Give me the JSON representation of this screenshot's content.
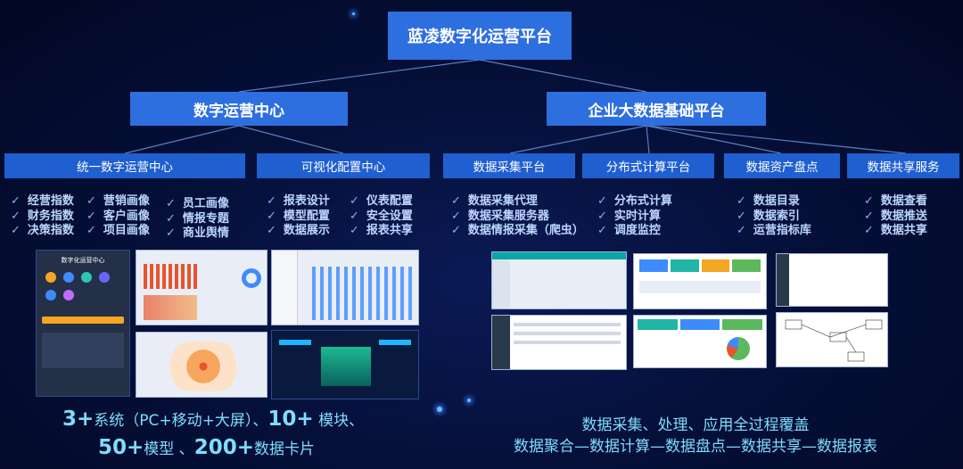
{
  "root": "蓝凌数字化运营平台",
  "left_center": {
    "title": "数字运营中心",
    "sub": [
      {
        "title": "统一数字运营中心"
      },
      {
        "title": "可视化配置中心"
      }
    ],
    "features_col1": [
      "经营指数",
      "财务指数",
      "决策指数"
    ],
    "features_col2": [
      "营销画像",
      "客户画像",
      "项目画像"
    ],
    "features_col3": [
      "员工画像",
      "情报专题",
      "商业舆情"
    ],
    "features_col4": [
      "报表设计",
      "模型配置",
      "数据展示"
    ],
    "features_col5": [
      "仪表配置",
      "安全设置",
      "报表共享"
    ]
  },
  "right_center": {
    "title": "企业大数据基础平台",
    "sub": [
      {
        "title": "数据采集平台"
      },
      {
        "title": "分布式计算平台"
      },
      {
        "title": "数据资产盘点"
      },
      {
        "title": "数据共享服务"
      }
    ],
    "features_col1": [
      "数据采集代理",
      "数据采集服务器",
      "数据情报采集（爬虫）"
    ],
    "features_col2": [
      "分布式计算",
      "实时计算",
      "调度监控"
    ],
    "features_col3": [
      "数据目录",
      "数据索引",
      "运营指标库"
    ],
    "features_col4": [
      "数据查看",
      "数据推送",
      "数据共享"
    ]
  },
  "screenshot_label": "数字化运营中心",
  "bottom_left": {
    "line1_a": "3+",
    "line1_b": "系统（PC+移动+大屏）、",
    "line1_c": "10+",
    "line1_d": " 模块、",
    "line2_a": "50+",
    "line2_b": "模型 、",
    "line2_c": "200+",
    "line2_d": "数据卡片"
  },
  "bottom_right": {
    "line1": "数据采集、处理、应用全过程覆盖",
    "line2": "数据聚合—数据计算—数据盘点—数据共享—数据报表"
  },
  "colors": {
    "box": "#2e6fe0",
    "sub_box": "#1f5fd0",
    "feature_text": "#bcd6ff",
    "check": "#7fb2ff",
    "bottom_text": "#7fdcff"
  }
}
